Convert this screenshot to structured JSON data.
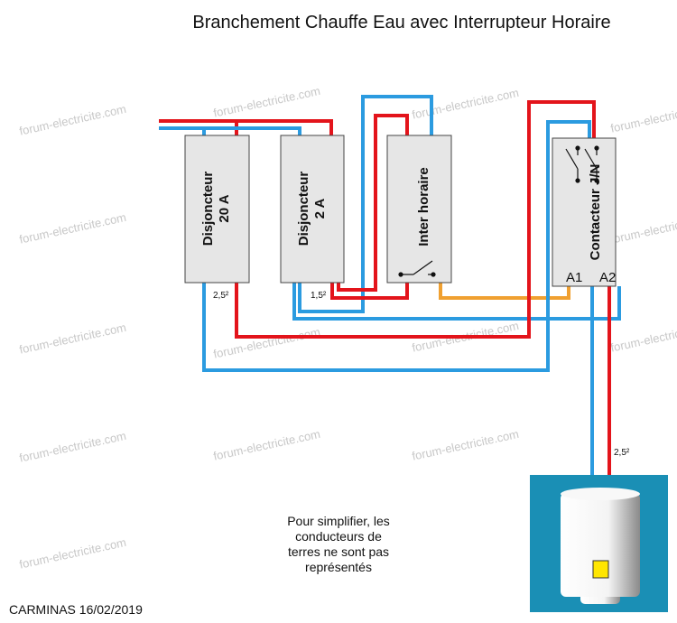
{
  "title": "Branchement Chauffe Eau avec Interrupteur Horaire",
  "components": {
    "breaker_20a": {
      "line1": "Disjoncteur",
      "line2": "20 A"
    },
    "breaker_2a": {
      "line1": "Disjoncteur",
      "line2": "2 A"
    },
    "timer_switch": {
      "label": "Inter horaire"
    },
    "contactor": {
      "label": "Contacteur J/N",
      "terminal_a1": "A1",
      "terminal_a2": "A2"
    }
  },
  "wire_labels": {
    "breaker_20a_section": "2,5²",
    "breaker_2a_section": "1,5²",
    "heater_section": "2,5²"
  },
  "note": {
    "line1": "Pour simplifier, les",
    "line2": "conducteurs de",
    "line3": "terres ne sont pas",
    "line4": "représentés"
  },
  "credit": "CARMINAS 16/02/2019",
  "watermark": "forum-electricite.com",
  "colors": {
    "phase": "#e3141b",
    "neutral": "#2b9be0",
    "control": "#f0a030",
    "heater_bg": "#1a8fb5",
    "box": "#e6e6e6"
  }
}
